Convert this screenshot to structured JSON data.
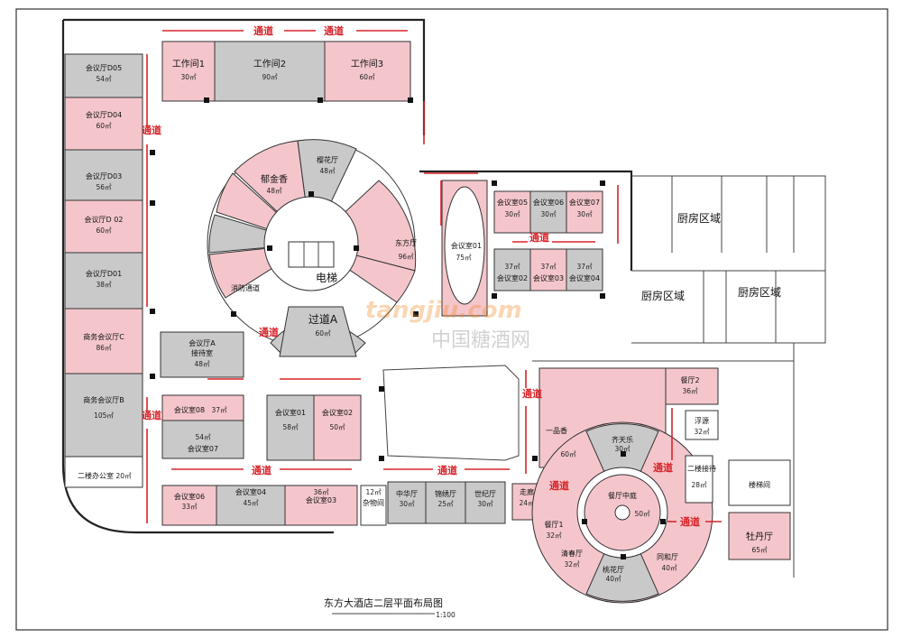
{
  "title": "东方大酒店二层平面布局图",
  "scale": "1:100",
  "watermark": {
    "brand": "tangjiu.com",
    "cn": "中国糖酒网"
  },
  "colors": {
    "pink": "#f4c6cb",
    "gray": "#c9c9c9",
    "channel": "#d8232a"
  },
  "channel_label": "通道",
  "rooms": {
    "studio1": {
      "name": "工作间1",
      "area": "30㎡"
    },
    "studio2": {
      "name": "工作间2",
      "area": "90㎡"
    },
    "studio3": {
      "name": "工作间3",
      "area": "60㎡"
    },
    "d05": {
      "name": "会议厅D05",
      "area": "54㎡"
    },
    "d04": {
      "name": "会议厅D04",
      "area": "60㎡"
    },
    "d03": {
      "name": "会议厅D03",
      "area": "56㎡"
    },
    "d02": {
      "name": "会议厅D 02",
      "area": "60㎡"
    },
    "d01": {
      "name": "会议厅D01",
      "area": "38㎡"
    },
    "bizC": {
      "name": "商务会议厅C",
      "area": "86㎡"
    },
    "bizB": {
      "name": "商务会议厅B",
      "area": "105㎡"
    },
    "office2": {
      "name": "二楼办公室",
      "area": "20㎡"
    },
    "tulip": {
      "name": "郁金香",
      "area": "48㎡"
    },
    "sakura": {
      "name": "樱花厅",
      "area": "48㎡"
    },
    "dongfang": {
      "name": "东方厅",
      "area": "96㎡"
    },
    "fireway": {
      "name": "消防通道"
    },
    "elevator": {
      "name": "电梯"
    },
    "passA": {
      "name": "过道A",
      "area": "60㎡"
    },
    "hallA": {
      "name": "会议厅A",
      "sub": "接待室",
      "area": "48㎡"
    },
    "r01": {
      "name": "会议室01",
      "area": "75㎡"
    },
    "r05": {
      "name": "会议室05",
      "area": "30㎡"
    },
    "r06": {
      "name": "会议室06",
      "area": "30㎡"
    },
    "r07": {
      "name": "会议室07",
      "area": "30㎡"
    },
    "r02b": {
      "name": "会议室02",
      "area": "37㎡"
    },
    "r03b": {
      "name": "会议室03",
      "area": "37㎡"
    },
    "r04b": {
      "name": "会议室04",
      "area": "37㎡"
    },
    "kitchenA": {
      "name": "厨房区域"
    },
    "kitchenB": {
      "name": "厨房区域"
    },
    "kitchenC": {
      "name": "厨房区域"
    },
    "r08": {
      "name": "会议室08",
      "area": "37㎡"
    },
    "r07b": {
      "name": "会议室07",
      "area": "54㎡"
    },
    "r01b": {
      "name": "会议室01",
      "area": "58㎡"
    },
    "r02c": {
      "name": "会议室02",
      "area": "50㎡"
    },
    "r06c": {
      "name": "会议室06",
      "area": "33㎡"
    },
    "r04c": {
      "name": "会议室04",
      "area": "45㎡"
    },
    "r03c": {
      "name": "会议室03",
      "area": "36㎡"
    },
    "store": {
      "name": "杂物间",
      "area": "12㎡"
    },
    "zhonghua": {
      "name": "中华厅",
      "area": "30㎡"
    },
    "jinxiu": {
      "name": "锦绣厅",
      "area": "25㎡"
    },
    "shiji": {
      "name": "世纪厅",
      "area": "30㎡"
    },
    "corridor": {
      "name": "走廊",
      "area": "24㎡"
    },
    "yipinxiang": {
      "name": "一品香",
      "area": "60㎡"
    },
    "qitianle": {
      "name": "齐天乐",
      "area": "30㎡"
    },
    "atrium": {
      "name": "餐厅中庭",
      "area": "50㎡"
    },
    "rest1": {
      "name": "餐厅1",
      "area": "32㎡"
    },
    "rest2": {
      "name": "餐厅2",
      "area": "36㎡"
    },
    "qingchun": {
      "name": "清春厅",
      "area": "32㎡"
    },
    "taohua": {
      "name": "桃花厅",
      "area": "40㎡"
    },
    "tonghe": {
      "name": "同和厅",
      "area": "40㎡"
    },
    "fuyuan": {
      "name": "浮源",
      "area": "32㎡"
    },
    "reception2": {
      "name": "二楼接待",
      "area": "28㎡"
    },
    "mudan": {
      "name": "牡丹厅",
      "area": "65㎡"
    },
    "stairs": {
      "name": "楼梯间"
    }
  }
}
